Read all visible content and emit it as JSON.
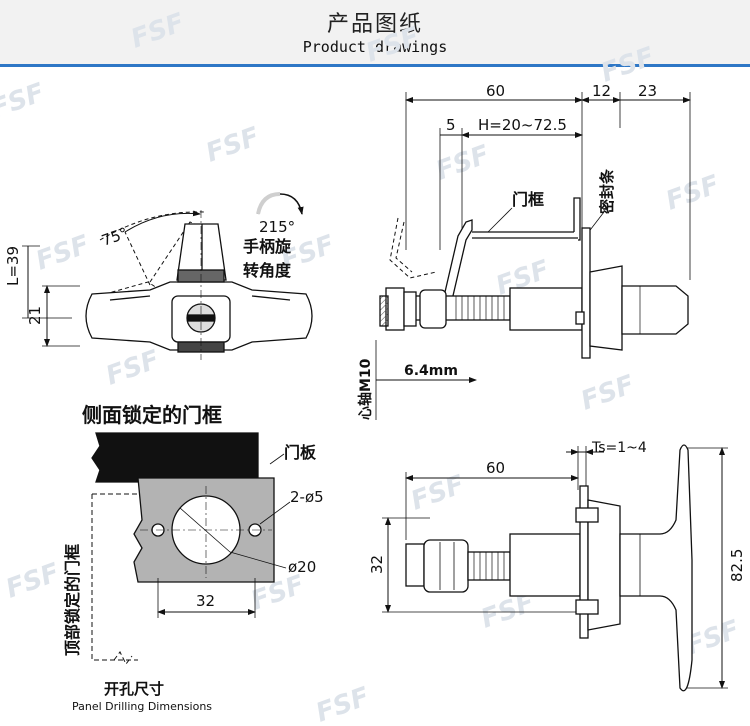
{
  "header": {
    "title_cn": "产品图纸",
    "title_en": "Product drawings"
  },
  "watermark": "FSF",
  "colors": {
    "accent": "#2e77c6",
    "plate": "#b3b3b3",
    "frame": "#111111"
  },
  "front_view": {
    "dim_height": "L=39",
    "dim_width": "21",
    "angle_tilt": "75°",
    "rotation_value": "215°",
    "rotation_cn_line1": "手柄旋",
    "rotation_cn_line2": "转角度"
  },
  "side_view": {
    "dim_total": "60",
    "dim_a": "12",
    "dim_b": "23",
    "dim_offset": "5",
    "dim_range": "H=20~72.5",
    "label_frame": "门框",
    "label_seal": "密封条",
    "label_shaft": "心轴M10",
    "dim_shaft": "6.4mm"
  },
  "panel": {
    "title": "侧面锁定的门框",
    "label_door_panel": "门板",
    "label_holes": "2-ø5",
    "label_center_hole": "ø20",
    "dim_width": "32",
    "label_top_frame": "顶部锁定的门框",
    "caption_cn": "开孔尺寸",
    "caption_en": "Panel Drilling Dimensions"
  },
  "bottom_view": {
    "dim_thickness": "Ts=1~4",
    "dim_length": "60",
    "dim_height": "32",
    "dim_handle": "82.5"
  }
}
